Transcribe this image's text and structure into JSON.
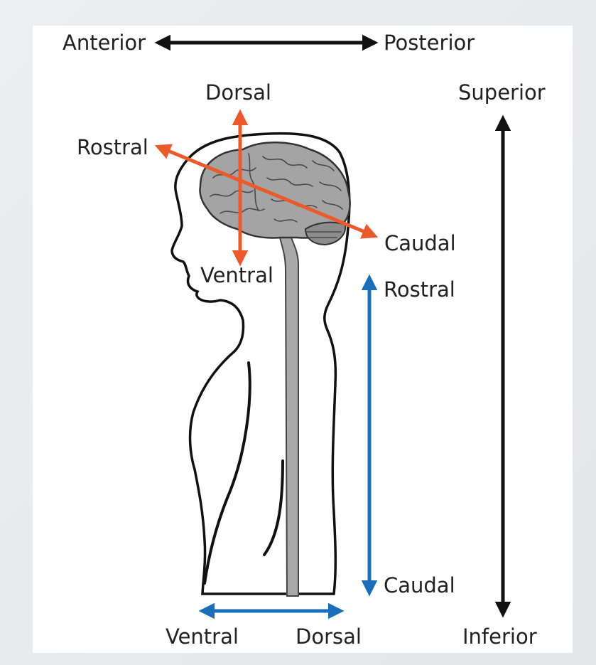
{
  "colors": {
    "black": "#111111",
    "orange": "#ea5a2a",
    "blue": "#1b6fb8",
    "brain": "#a4a4a4",
    "cord": "#a9a9a9"
  },
  "labels": {
    "anterior": "Anterior",
    "posterior": "Posterior",
    "superior": "Superior",
    "inferior": "Inferior",
    "head_dorsal": "Dorsal",
    "head_ventral": "Ventral",
    "head_rostral": "Rostral",
    "head_caudal": "Caudal",
    "spine_rostral": "Rostral",
    "spine_caudal": "Caudal",
    "body_ventral": "Ventral",
    "body_dorsal": "Dorsal"
  }
}
